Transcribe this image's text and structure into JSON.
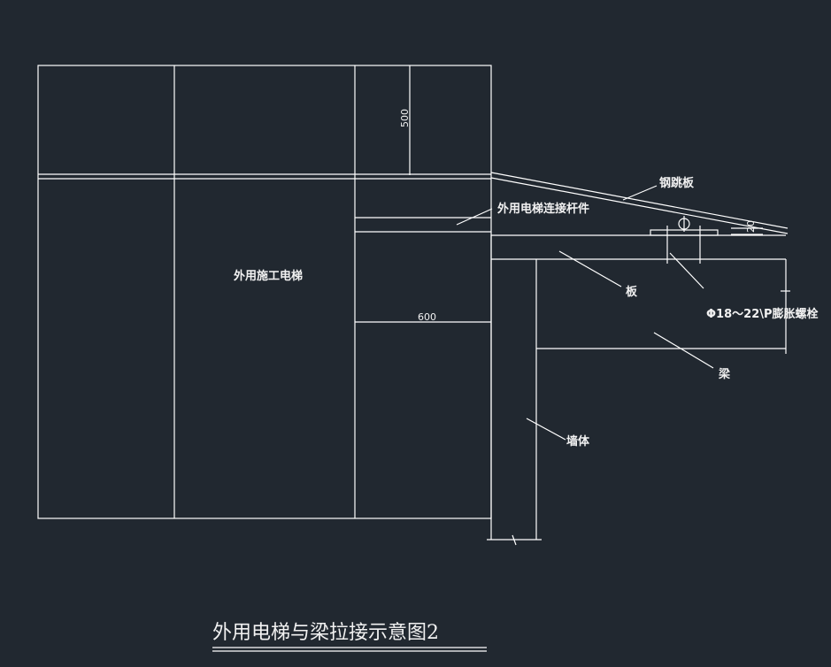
{
  "title": "外用电梯与梁拉接示意图2",
  "labels": {
    "elevator": "外用施工电梯",
    "connector": "外用电梯连接杆件",
    "scaffold_board": "钢跳板",
    "slab": "板",
    "bolt": "Φ18～22\\P膨胀螺栓",
    "beam": "梁",
    "wall": "墙体"
  },
  "dimensions": {
    "d500": "500",
    "d600": "600",
    "d20": "20"
  },
  "colors": {
    "background": "#212830",
    "line": "#ffffff"
  }
}
